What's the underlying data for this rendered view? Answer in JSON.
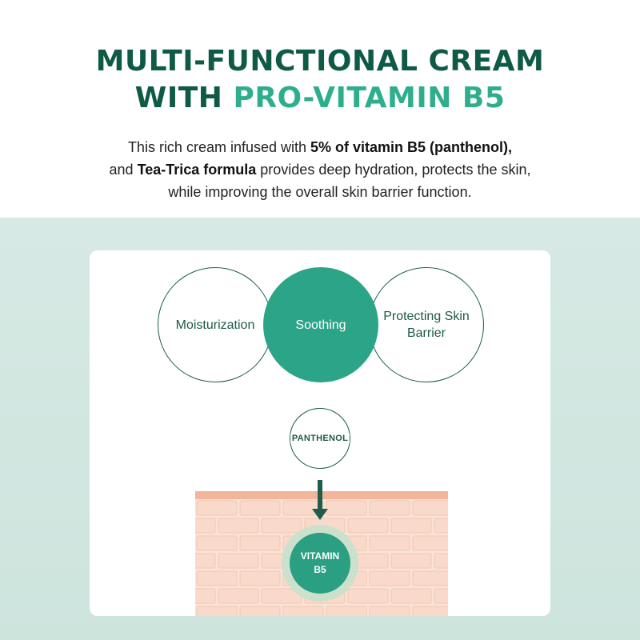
{
  "headline": {
    "line1": "MULTI-FUNCTIONAL CREAM",
    "line2_prefix": "WITH ",
    "line2_accent": "PRO-VITAMIN B5"
  },
  "description": {
    "l1_a": "This rich cream infused with ",
    "l1_b": "5% of vitamin B5 (panthenol),",
    "l2_a": "and ",
    "l2_b": "Tea-Trica formula",
    "l2_c": " provides deep hydration, protects the skin,",
    "l3": "while improving the overall skin barrier function."
  },
  "benefits": {
    "moisturization": "Moisturization",
    "soothing": "Soothing",
    "protecting": "Protecting Skin Barrier"
  },
  "ingredient": "PANTHENOL",
  "vitamin": "VITAMIN B5",
  "colors": {
    "dark_green": "#0e5a45",
    "accent_green": "#2fae8e",
    "circle_fill": "#2ca488",
    "background": "#d7e9e4",
    "skin": "#f7e3d9",
    "skin_edge": "#f2b59a"
  }
}
